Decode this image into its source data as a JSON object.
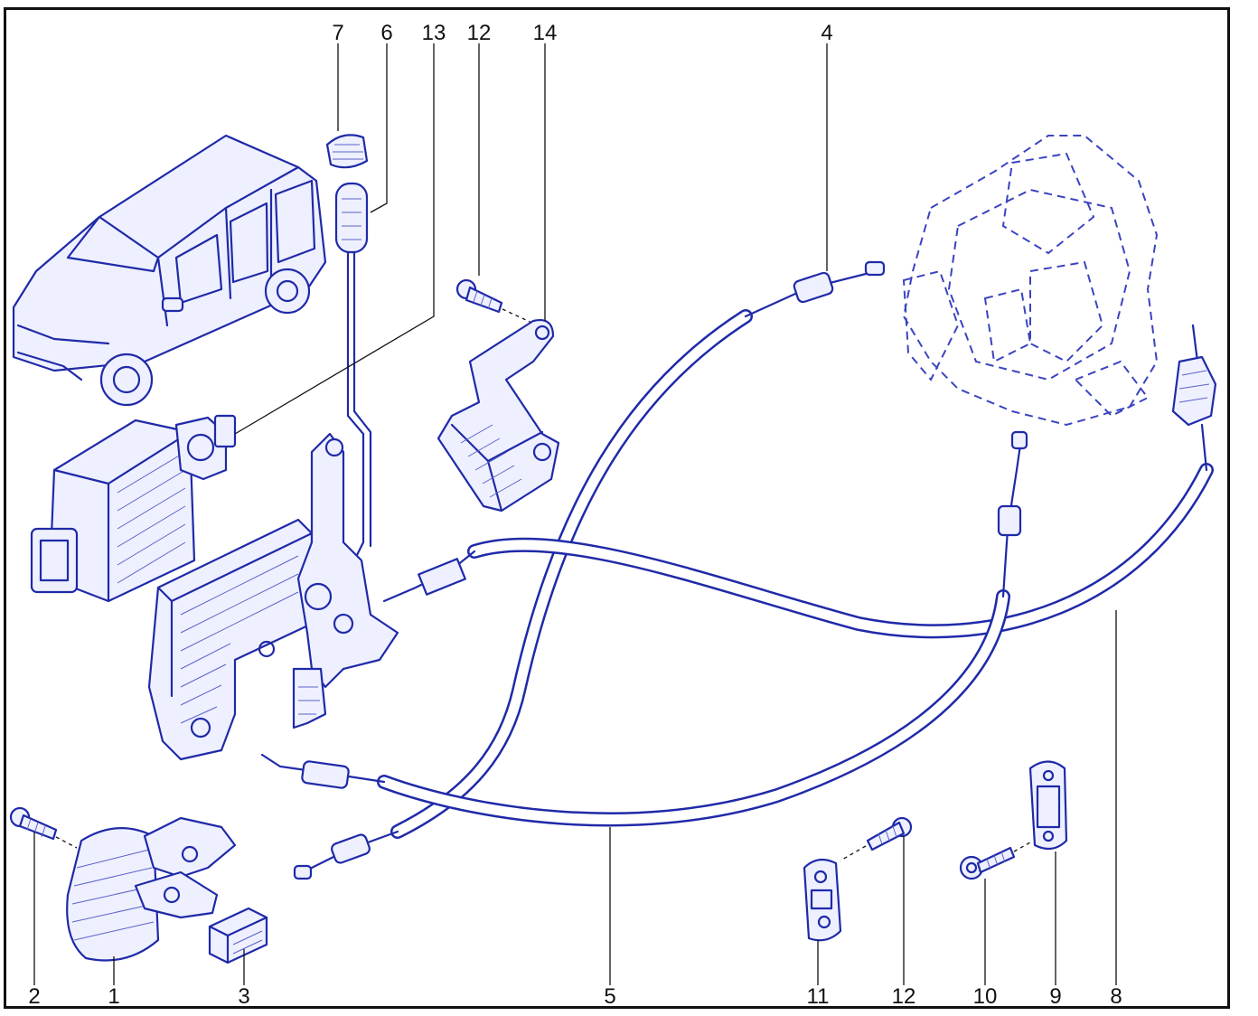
{
  "callouts": {
    "c7": "7",
    "c6": "6",
    "c13": "13",
    "c12_top": "12",
    "c14": "14",
    "c4": "4",
    "c2": "2",
    "c1": "1",
    "c3": "3",
    "c5": "5",
    "c11": "11",
    "c12_bottom": "12",
    "c10": "10",
    "c9": "9",
    "c8": "8"
  },
  "colors": {
    "line": "#1f2aa8",
    "fill": "#eef0ff",
    "frame": "#111111"
  }
}
